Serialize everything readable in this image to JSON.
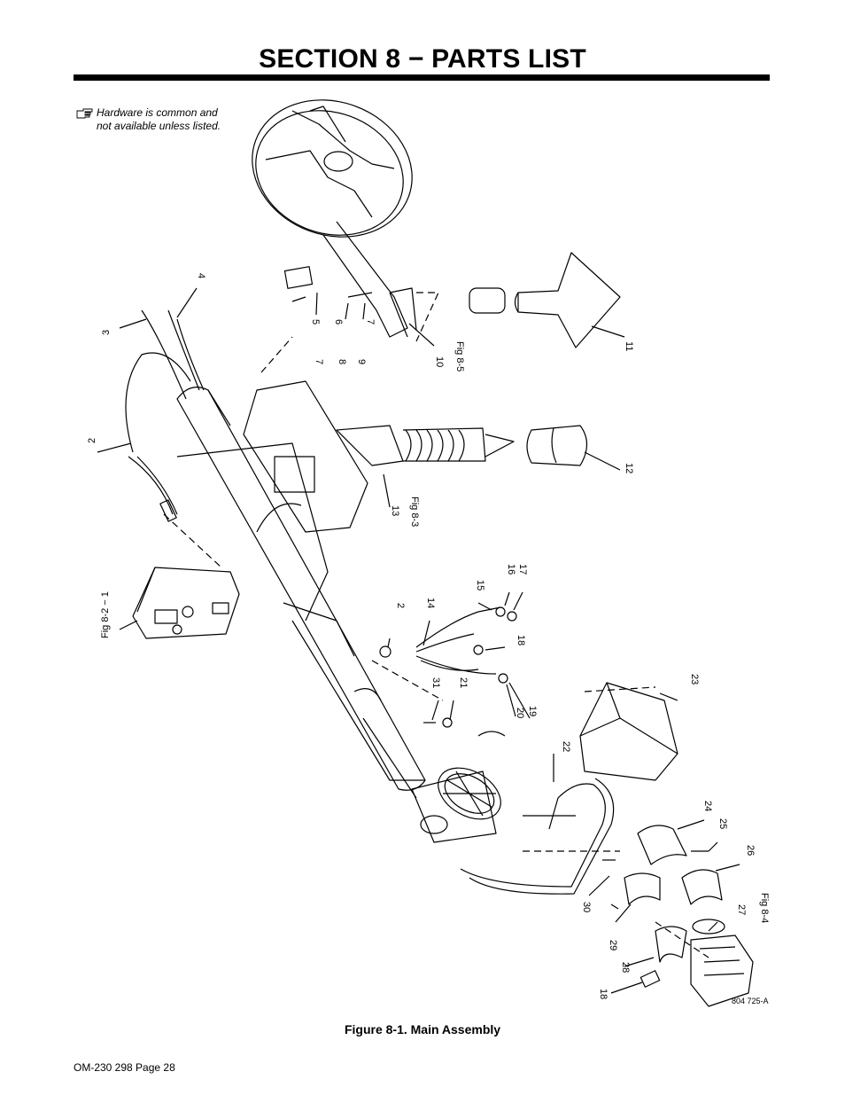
{
  "header": {
    "title": "SECTION 8 − PARTS LIST"
  },
  "note": {
    "icon": "pointing-hand-icon",
    "line1": "Hardware is common and",
    "line2": "not available unless listed."
  },
  "figure": {
    "caption": "Figure 8-1. Main Assembly",
    "drawing_number": "804 725-A",
    "callouts": [
      "1",
      "2",
      "3",
      "4",
      "5",
      "6",
      "7",
      "8",
      "9",
      "10",
      "11",
      "12",
      "13",
      "14",
      "15",
      "16",
      "17",
      "18",
      "19",
      "20",
      "21",
      "22",
      "23",
      "24",
      "25",
      "26",
      "27",
      "28",
      "29",
      "30",
      "31",
      "2",
      "7",
      "18"
    ],
    "figure_refs": [
      "Fig 8-2 − 1",
      "Fig 8-5",
      "Fig 8-3",
      "Fig 8-4"
    ]
  },
  "footer": {
    "page": "OM-230 298 Page 28"
  }
}
